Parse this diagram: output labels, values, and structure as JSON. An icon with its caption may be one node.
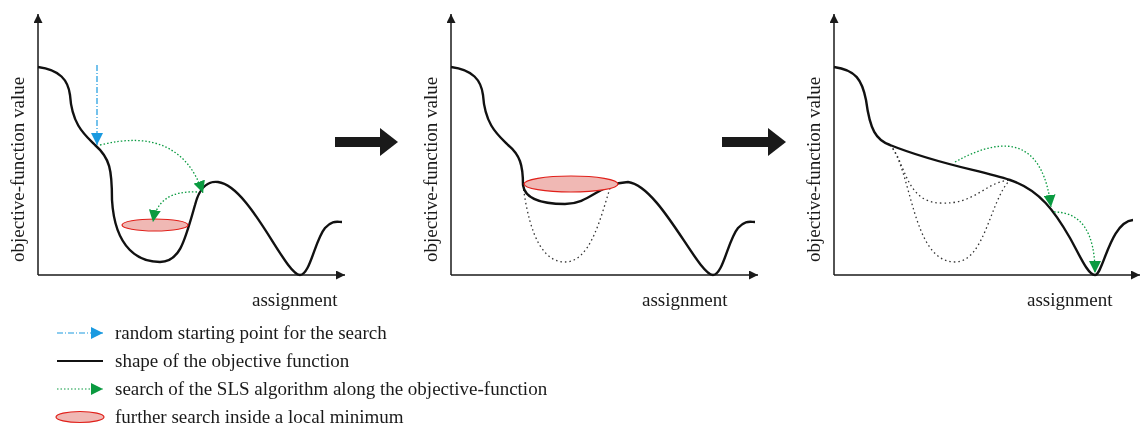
{
  "diagram": {
    "labels": [
      "objective-function value",
      "assignment",
      "objective-function value",
      "assignment",
      "objective-function value",
      "assignment"
    ],
    "legend": [
      {
        "text": "random starting point for the search"
      },
      {
        "text": "shape of the objective function"
      },
      {
        "text": "search of the SLS algorithm along the objective-function"
      },
      {
        "text": "further search inside a local minimum"
      }
    ]
  }
}
